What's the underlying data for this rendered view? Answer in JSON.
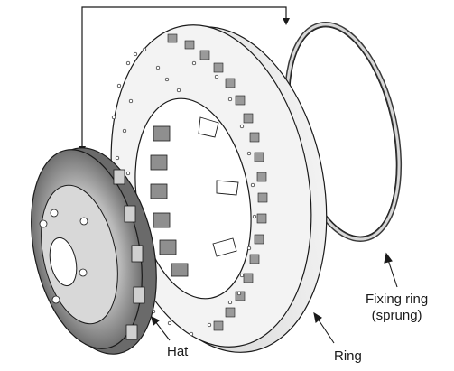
{
  "labels": {
    "hat": "Hat",
    "ring": "Ring",
    "fixing_ring_line1": "Fixing ring",
    "fixing_ring_line2": "(sprung)"
  },
  "colors": {
    "ink": "#1a1a1a",
    "disc_face": "#f3f3f3",
    "hat_dark": "#5a5a5a",
    "hat_mid": "#8c8c8c",
    "hat_light": "#d9d9d9",
    "vent": "#9a9a9a"
  },
  "components": [
    "hat",
    "brake-disc-ring",
    "fixing-ring"
  ]
}
